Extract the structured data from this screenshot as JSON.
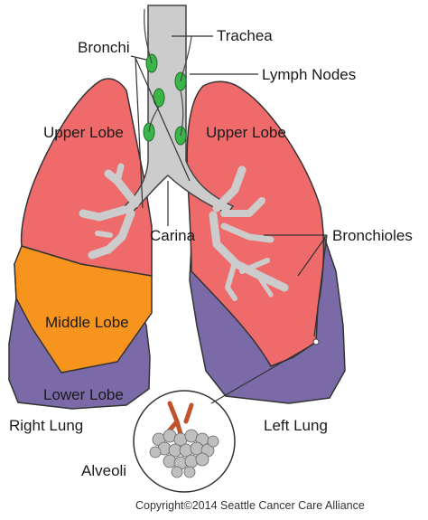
{
  "labels": {
    "trachea": "Trachea",
    "bronchi": "Bronchi",
    "lymph_nodes": "Lymph Nodes",
    "upper_lobe_right": "Upper Lobe",
    "upper_lobe_left": "Upper Lobe",
    "carina": "Carina",
    "bronchioles": "Bronchioles",
    "middle_lobe": "Middle Lobe",
    "lower_lobe": "Lower Lobe",
    "right_lung": "Right Lung",
    "left_lung": "Left Lung",
    "alveoli": "Alveoli"
  },
  "copyright": "Copyright©2014 Seattle Cancer Care Alliance",
  "colors": {
    "upper_lobe": "#ef6b6b",
    "middle_lobe": "#f7941d",
    "lower_lobe": "#7a6aa8",
    "airway": "#cccccc",
    "lymph_node": "#3bb54a",
    "alveoli_cluster": "#bfbfbf",
    "bronchiole_red": "#c0522c"
  }
}
